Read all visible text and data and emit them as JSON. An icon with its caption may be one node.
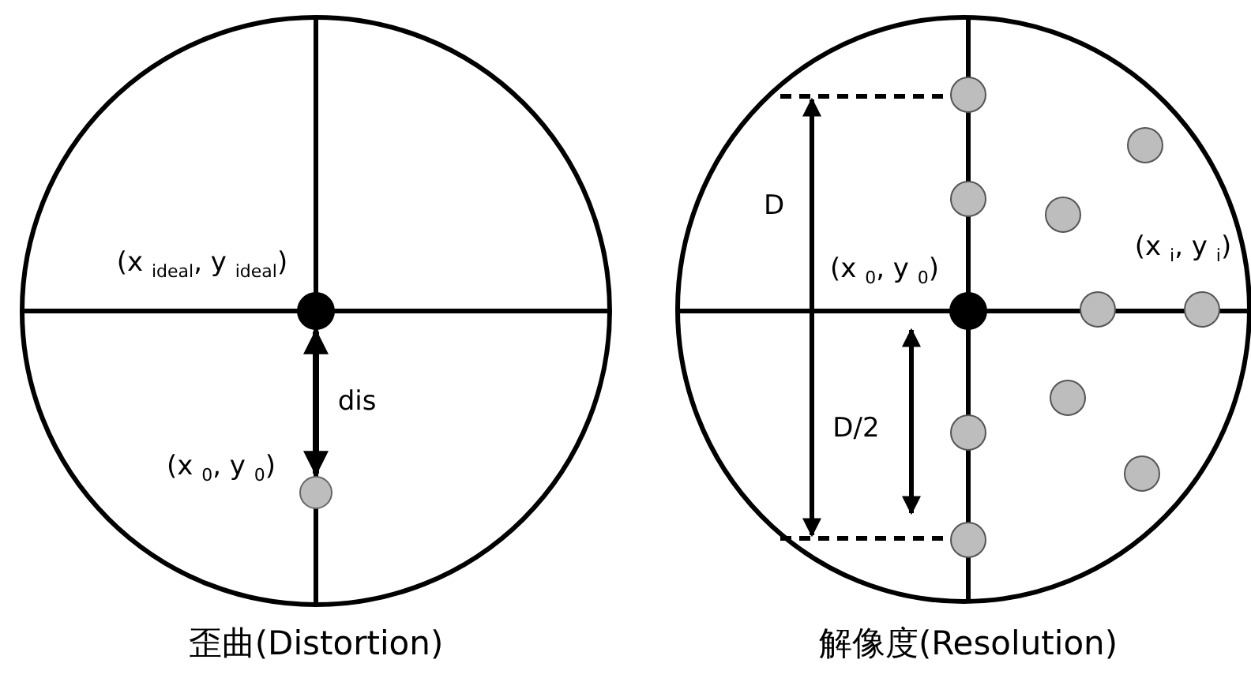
{
  "diagram": {
    "labels": [
      "(x $_{ideal}$, y $_{ideal}$)",
      "dis",
      "(x $_{0}$, y $_{0}$)",
      "歪曲(Distortion)",
      "D",
      "(x $_{i}$, y $_{i}$)",
      "(x $_{0}$, y $_{0}$)",
      "D/2",
      "解像度(Resolution)"
    ]
  }
}
